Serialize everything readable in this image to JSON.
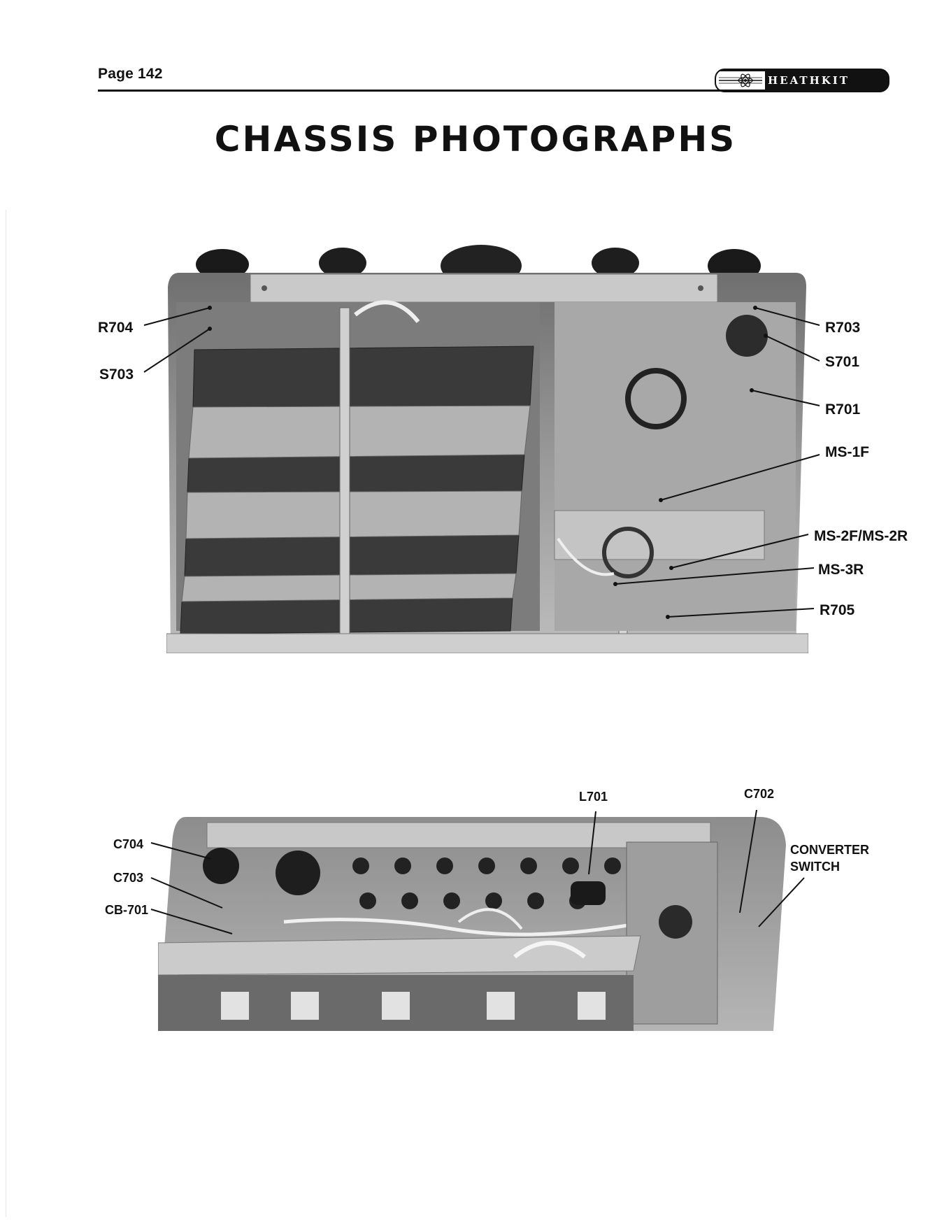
{
  "header": {
    "page_number": "Page 142",
    "logo_text": "HEATHKIT"
  },
  "title": "CHASSIS PHOTOGRAPHS",
  "top_photo": {
    "callouts_left": [
      "R704",
      "S703"
    ],
    "callouts_right": [
      "R703",
      "S701",
      "R701",
      "MS-1F",
      "MS-2F/MS-2R",
      "MS-3R",
      "R705"
    ]
  },
  "bottom_photo": {
    "callouts_left": [
      "C704",
      "C703",
      "CB-701"
    ],
    "callouts_top": [
      "L701",
      "C702"
    ],
    "callouts_right": [
      "CONVERTER",
      "SWITCH"
    ]
  }
}
